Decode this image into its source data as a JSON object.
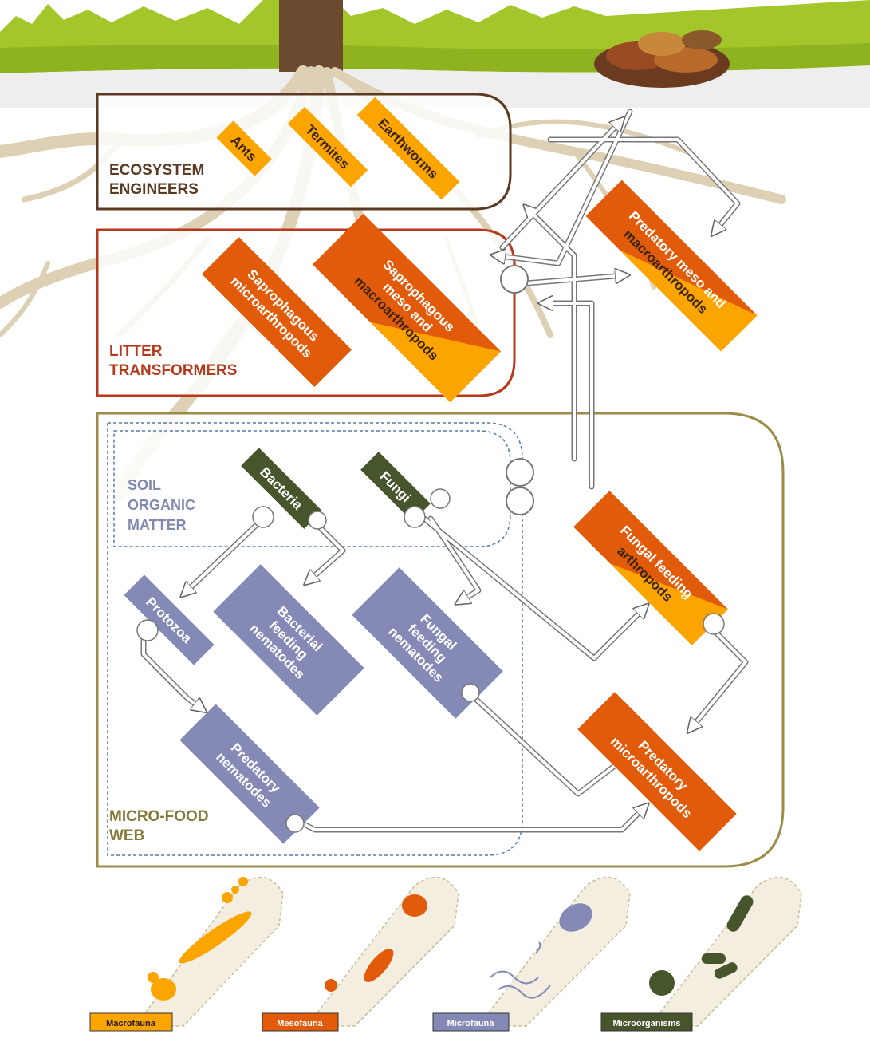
{
  "groups": {
    "engineers": {
      "line1": "ECOSYSTEM",
      "line2": "ENGINEERS",
      "color": "#5a3a22"
    },
    "transformers": {
      "line1": "LITTER",
      "line2": "TRANSFORMERS",
      "color": "#b5391a"
    },
    "soil_organic_matter": {
      "line1": "SOIL",
      "line2": "ORGANIC",
      "line3": "MATTER",
      "color": "#8289b0"
    },
    "micro_food_web": {
      "line1": "MICRO-FOOD",
      "line2": "WEB",
      "color": "#847a3a"
    }
  },
  "nodes": {
    "ants": {
      "label": "Ants"
    },
    "termites": {
      "label": "Termites"
    },
    "earthworms": {
      "label": "Earthworms"
    },
    "sapro_micro": {
      "line1": "Saprophagous",
      "line2": "microarthropods"
    },
    "sapro_meso": {
      "line1": "Saprophagous",
      "line2": "meso and",
      "line3": "macroarthropods"
    },
    "pred_meso": {
      "line1": "Predatory meso and",
      "line2": "macroarthropods"
    },
    "bacteria": {
      "label": "Bacteria"
    },
    "fungi": {
      "label": "Fungi"
    },
    "protozoa": {
      "label": "Protozoa"
    },
    "bact_nem": {
      "line1": "Bacterial",
      "line2": "feeding",
      "line3": "nematodes"
    },
    "fung_nem": {
      "line1": "Fungal",
      "line2": "feeding",
      "line3": "nematodes"
    },
    "fung_arth": {
      "line1": "Fungal feeding",
      "line2": "arthropods"
    },
    "pred_nem": {
      "line1": "Predatory",
      "line2": "nematodes"
    },
    "pred_micro": {
      "line1": "Predatory",
      "line2": "microarthropods"
    }
  },
  "legend": {
    "macrofauna": {
      "label": "Macrofauna",
      "color": "#fca500"
    },
    "mesofauna": {
      "label": "Mesofauna",
      "color": "#e25b0a"
    },
    "microfauna": {
      "label": "Microfauna",
      "color": "#8489b5"
    },
    "microorganisms": {
      "label": "Microorganisms",
      "color": "#47552c"
    }
  },
  "colors": {
    "grass": "#a3c62a",
    "roots": "#d9c8a8",
    "legend_panel": "#f3eedf",
    "arrow": "#ffffff"
  }
}
